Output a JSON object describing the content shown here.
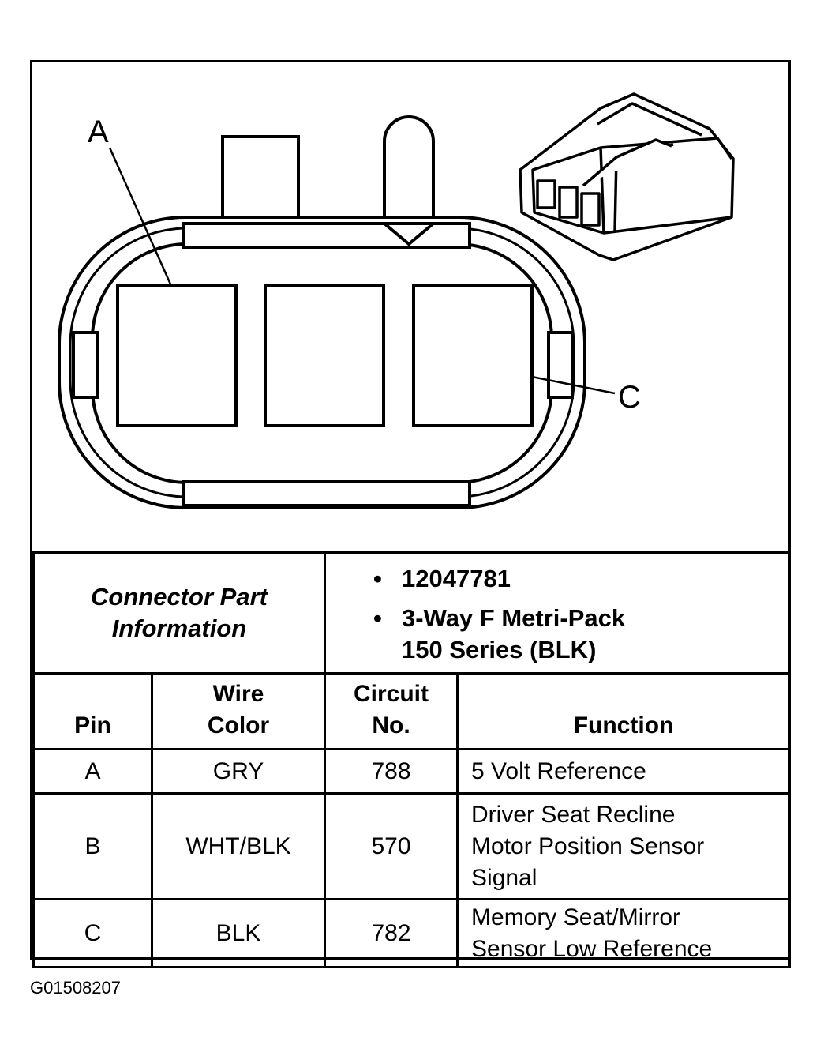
{
  "callouts": {
    "a": "A",
    "c": "C"
  },
  "part_info": {
    "label_line1": "Connector Part",
    "label_line2": "Information",
    "bullet": "•",
    "items": [
      "12047781",
      "3-Way F Metri-Pack",
      "150 Series (BLK)"
    ]
  },
  "table": {
    "headers": {
      "pin": "Pin",
      "wire_color_1": "Wire",
      "wire_color_2": "Color",
      "circuit_1": "Circuit",
      "circuit_2": "No.",
      "function": "Function"
    },
    "rows": [
      {
        "pin": "A",
        "wire": "GRY",
        "circuit": "788",
        "function_lines": [
          "5 Volt Reference"
        ]
      },
      {
        "pin": "B",
        "wire": "WHT/BLK",
        "circuit": "570",
        "function_lines": [
          "Driver Seat Recline",
          "Motor Position Sensor",
          "Signal"
        ]
      },
      {
        "pin": "C",
        "wire": "BLK",
        "circuit": "782",
        "function_lines": [
          "Memory Seat/Mirror",
          "Sensor Low Reference"
        ]
      }
    ]
  },
  "figure_id": "G01508207"
}
